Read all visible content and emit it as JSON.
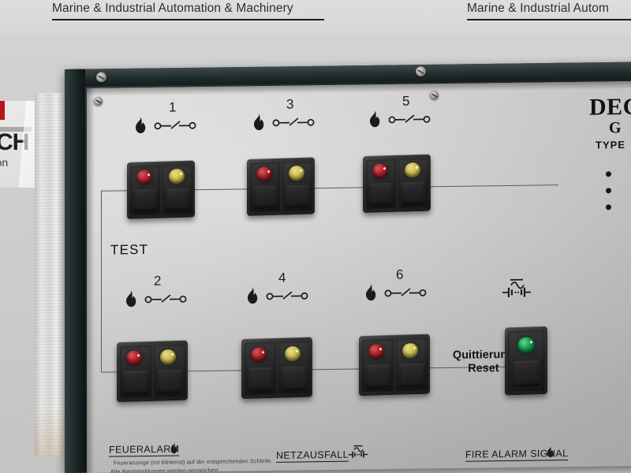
{
  "banner": {
    "left_text": "Marine & Industrial Automation & Machinery",
    "right_text": "Marine & Industrial Autom"
  },
  "watermark": {
    "line1": "ECH",
    "line2": "nation"
  },
  "panel": {
    "test_label": "TEST",
    "reset_label_line1": "Quittierung",
    "reset_label_line2": "Reset",
    "brand_line1": "DEG",
    "brand_line2": "G",
    "brand_line3": "TYPE",
    "loops": [
      {
        "number": "1",
        "row": "top",
        "led_left": "red",
        "led_right": "yellow"
      },
      {
        "number": "3",
        "row": "top",
        "led_left": "red",
        "led_right": "yellow"
      },
      {
        "number": "5",
        "row": "top",
        "led_left": "red",
        "led_right": "yellow"
      },
      {
        "number": "2",
        "row": "bottom",
        "led_left": "red",
        "led_right": "yellow"
      },
      {
        "number": "4",
        "row": "bottom",
        "led_left": "red",
        "led_right": "yellow"
      },
      {
        "number": "6",
        "row": "bottom",
        "led_left": "red",
        "led_right": "yellow"
      }
    ],
    "reset_led": "green"
  },
  "legend": {
    "fire_alarm_de": "FEUERALARM",
    "fire_alarm_de_sub1": "Feueranzeige (rot blinkend) auf der entsprechenden Schleife.",
    "fire_alarm_de_sub2": "Alle Alarmmeldungen werden gespeichert.",
    "mains_failure_de": "NETZAUSFALL",
    "fire_alarm_en": "FIRE ALARM SIGNAL"
  },
  "icons": {
    "flame": "flame-icon",
    "switch_open": "open-contact-icon",
    "power": "ac-dc-power-icon"
  },
  "colors": {
    "led_red": "#a8202a",
    "led_yellow": "#cfc254",
    "led_green": "#149a4e",
    "panel_face": "#d4d4d2",
    "bezel": "#1d2626",
    "brand_red": "#b8121b"
  }
}
